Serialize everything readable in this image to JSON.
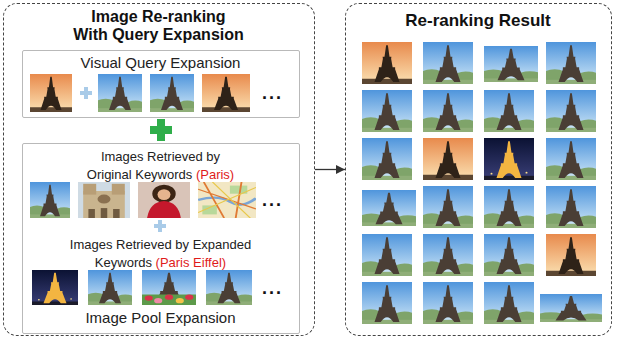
{
  "diagram": {
    "nodes": [
      {
        "text": [
          "Image Re-ranking With Query Expansion"
        ]
      },
      {
        "text": [
          "Visual Query Expansion"
        ],
        "in": 0
      },
      {
        "text": [
          "Images Retrieved by Original Keywords",
          "(Paris)",
          "Images Retrieved by Expanded Keywords",
          "(Paris Eiffel)",
          "Image Pool Expansion"
        ],
        "in": 0
      },
      {
        "text": [
          "Re-ranking Result"
        ]
      }
    ],
    "edges": [
      {
        "from": 0,
        "to": 3,
        "arrow": "to"
      }
    ],
    "labels": [
      "...",
      "...",
      "..."
    ]
  }
}
